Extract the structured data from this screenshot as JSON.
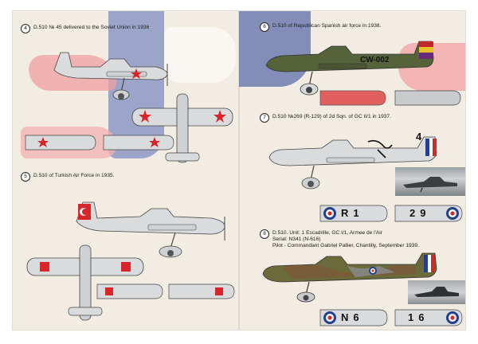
{
  "sections": [
    {
      "number": "4",
      "caption": "D.510 № 45 delivered to the Soviet Union in 1936"
    },
    {
      "number": "5",
      "caption": "D.510 of Turkish Air Force in 1935."
    },
    {
      "number": "6",
      "caption": "D.510 of Republican Spanish air force in 1938."
    },
    {
      "number": "7",
      "caption": "D.510 №269 (R-129) of 2d Sqn. of GC II/1 in 1937."
    },
    {
      "number": "8",
      "caption_lines": [
        "D.510. Unit: 1 Escadrille, GC I/1, Armee de l'Air",
        "Serial: N341 (N-616)",
        "Pilot - Commandant Gabriel Pallier, Chantilly, September 1939."
      ]
    }
  ],
  "markings": {
    "spanish_code": "CW-002",
    "sec7_tail_number": "4",
    "sec7_wing_left": "R1",
    "sec7_wing_right": "29",
    "sec8_wing_left": "N6",
    "sec8_wing_right": "16"
  },
  "colors": {
    "silver": "#d9dbdd",
    "outline": "#444444",
    "soviet_red": "#d9252a",
    "flag_blue": "#5c6fa8",
    "flag_red": "#e77a7a",
    "spanish_green": "#56633a",
    "roundel_blue": "#23408e",
    "roundel_red": "#d02a2a"
  }
}
